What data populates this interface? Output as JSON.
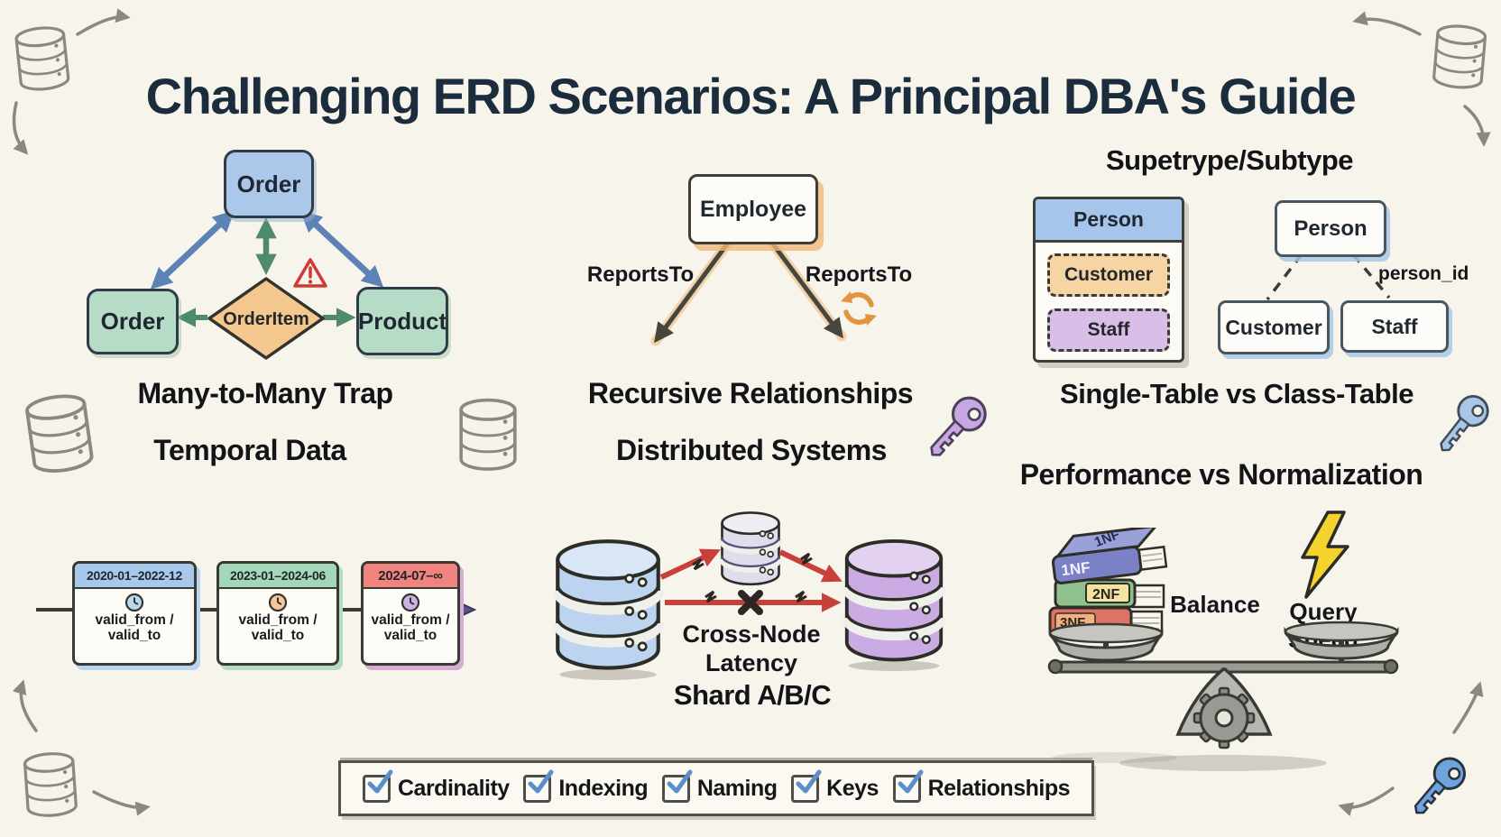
{
  "title": "Challenging ERD Scenarios: A Principal DBA's Guide",
  "sections": {
    "many_to_many": {
      "heading": "Many-to-Many Trap",
      "entities": {
        "top": "Order",
        "left": "Order",
        "right": "Product",
        "junction": "OrderItem"
      }
    },
    "recursive": {
      "heading": "Recursive Relationships",
      "entity": "Employee",
      "relation_left": "ReportsTo",
      "relation_right": "ReportsTo"
    },
    "supertype": {
      "heading": "Supetrype/Subtype",
      "subheading": "Single-Table vs Class-Table",
      "single_table": {
        "header": "Person",
        "subtypes": [
          "Customer",
          "Staff"
        ]
      },
      "class_table": {
        "parent": "Person",
        "child_left": "Customer",
        "child_right": "Staff",
        "fk_label": "person_id"
      }
    },
    "temporal": {
      "heading": "Temporal Data",
      "cards": [
        {
          "period": "2020-01–2022-12",
          "line1": "valid_from /",
          "line2": "valid_to"
        },
        {
          "period": "2023-01–2024-06",
          "line1": "valid_from /",
          "line2": "valid_to"
        },
        {
          "period": "2024-07–∞",
          "line1": "valid_from /",
          "line2": "valid_to"
        }
      ]
    },
    "distributed": {
      "heading": "Distributed Systems",
      "latency_line1": "Cross-Node",
      "latency_line2": "Latency",
      "shards": "Shard A/B/C"
    },
    "performance": {
      "heading": "Performance vs Normalization",
      "books": [
        "1NF",
        "2NF",
        "3NF"
      ],
      "book_top_cover": "1NF",
      "balance": "Balance",
      "query_speed": "Query Speed"
    }
  },
  "checklist": [
    "Cardinality",
    "Indexing",
    "Naming",
    "Keys",
    "Relationships"
  ],
  "colors": {
    "background": "#f7f4ec",
    "title": "#1b2d3d",
    "entity_blue": "#abc8eb",
    "entity_green": "#b6dcc8",
    "junction_orange": "#f3c78d",
    "warning_red": "#cf3a33",
    "arrow_blue": "#5d82b6",
    "arrow_green": "#4d8b6a",
    "arrow_red": "#c8403a",
    "recursive_glow_orange": "#f0b878",
    "subtype_customer": "#f6d4a3",
    "subtype_staff": "#d9bfe8",
    "table_header_blue": "#a5c5ea",
    "timeline_blue": "#a6c8ec",
    "timeline_green": "#a3d7b9",
    "timeline_red": "#f0837d",
    "db_blue": "#bcd4f0",
    "db_purple": "#cbabe4",
    "book_1nf": "#7b81c6",
    "book_2nf": "#8fc18f",
    "book_3nf": "#dd7265",
    "lightning_yellow": "#f5d32f",
    "check_blue": "#5b8fc9",
    "key_purple": "#c9a7e2",
    "key_blue": "#6fa3dc"
  }
}
